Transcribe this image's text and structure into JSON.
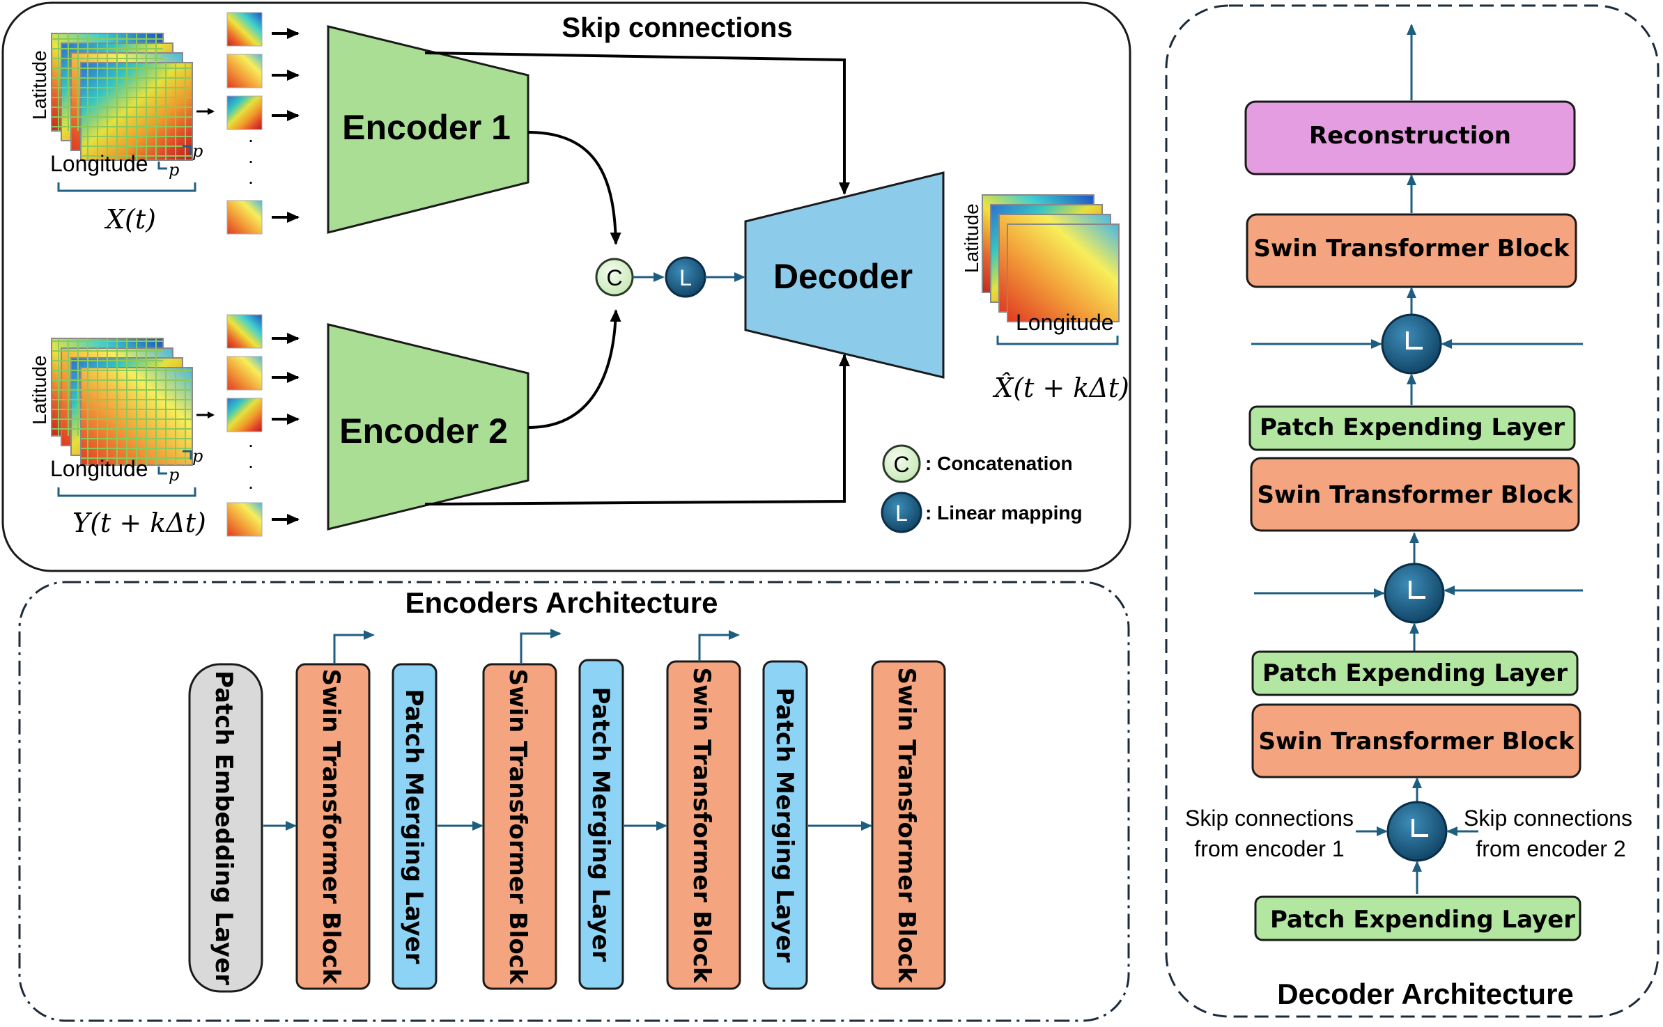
{
  "overview": {
    "skip_title": "Skip connections",
    "encoder1": "Encoder 1",
    "encoder2": "Encoder 2",
    "decoder": "Decoder",
    "concat_symbol": "C",
    "linear_symbol": "L",
    "input1": {
      "lat": "Latitude",
      "lon": "Longitude",
      "p1": "p",
      "p2": "p",
      "var": "X(t)"
    },
    "input2": {
      "lat": "Latitude",
      "lon": "Longitude",
      "p1": "p",
      "p2": "p",
      "var": "Y(t + kΔt)"
    },
    "output": {
      "lat": "Latitude",
      "lon": "Longitude",
      "var": "X̂(t + kΔt)"
    },
    "legend": {
      "concat_symbol": "C",
      "concat": ": Concatenation",
      "linear_symbol": "L",
      "linear": ": Linear mapping"
    },
    "dots": "·"
  },
  "encoders": {
    "title": "Encoders Architecture",
    "blocks": [
      "Patch Embedding Layer",
      "Swin Transformer Block",
      "Patch Merging Layer",
      "Swin Transformer Block",
      "Patch Merging Layer",
      "Swin Transformer Block",
      "Patch Merging Layer",
      "Swin Transformer Block"
    ]
  },
  "decoder_arch": {
    "title": "Decoder Architecture",
    "reconstruction": "Reconstruction",
    "swin1": "Swin Transformer Block",
    "patch_exp1": "Patch Expending Layer",
    "swin2": "Swin Transformer Block",
    "patch_exp2": "Patch Expending Layer",
    "swin3": "Swin Transformer Block",
    "patch_exp3": "Patch Expending Layer",
    "skip_enc1": [
      "Skip connections",
      "from encoder 1"
    ],
    "skip_enc2": [
      "Skip connections",
      "from encoder 2"
    ]
  },
  "colors": {
    "encoder_fill": "#a9de94",
    "decoder_fill": "#8ccbea",
    "swin_fill": "#f4a47e",
    "merge_fill": "#8dd3f5",
    "embed_fill": "#d9d9d9",
    "recon_fill": "#e49de0",
    "patch_exp_fill": "#b3e6a1",
    "node_fill": "#1f6a93",
    "arrow_blue": "#1d5e80"
  }
}
